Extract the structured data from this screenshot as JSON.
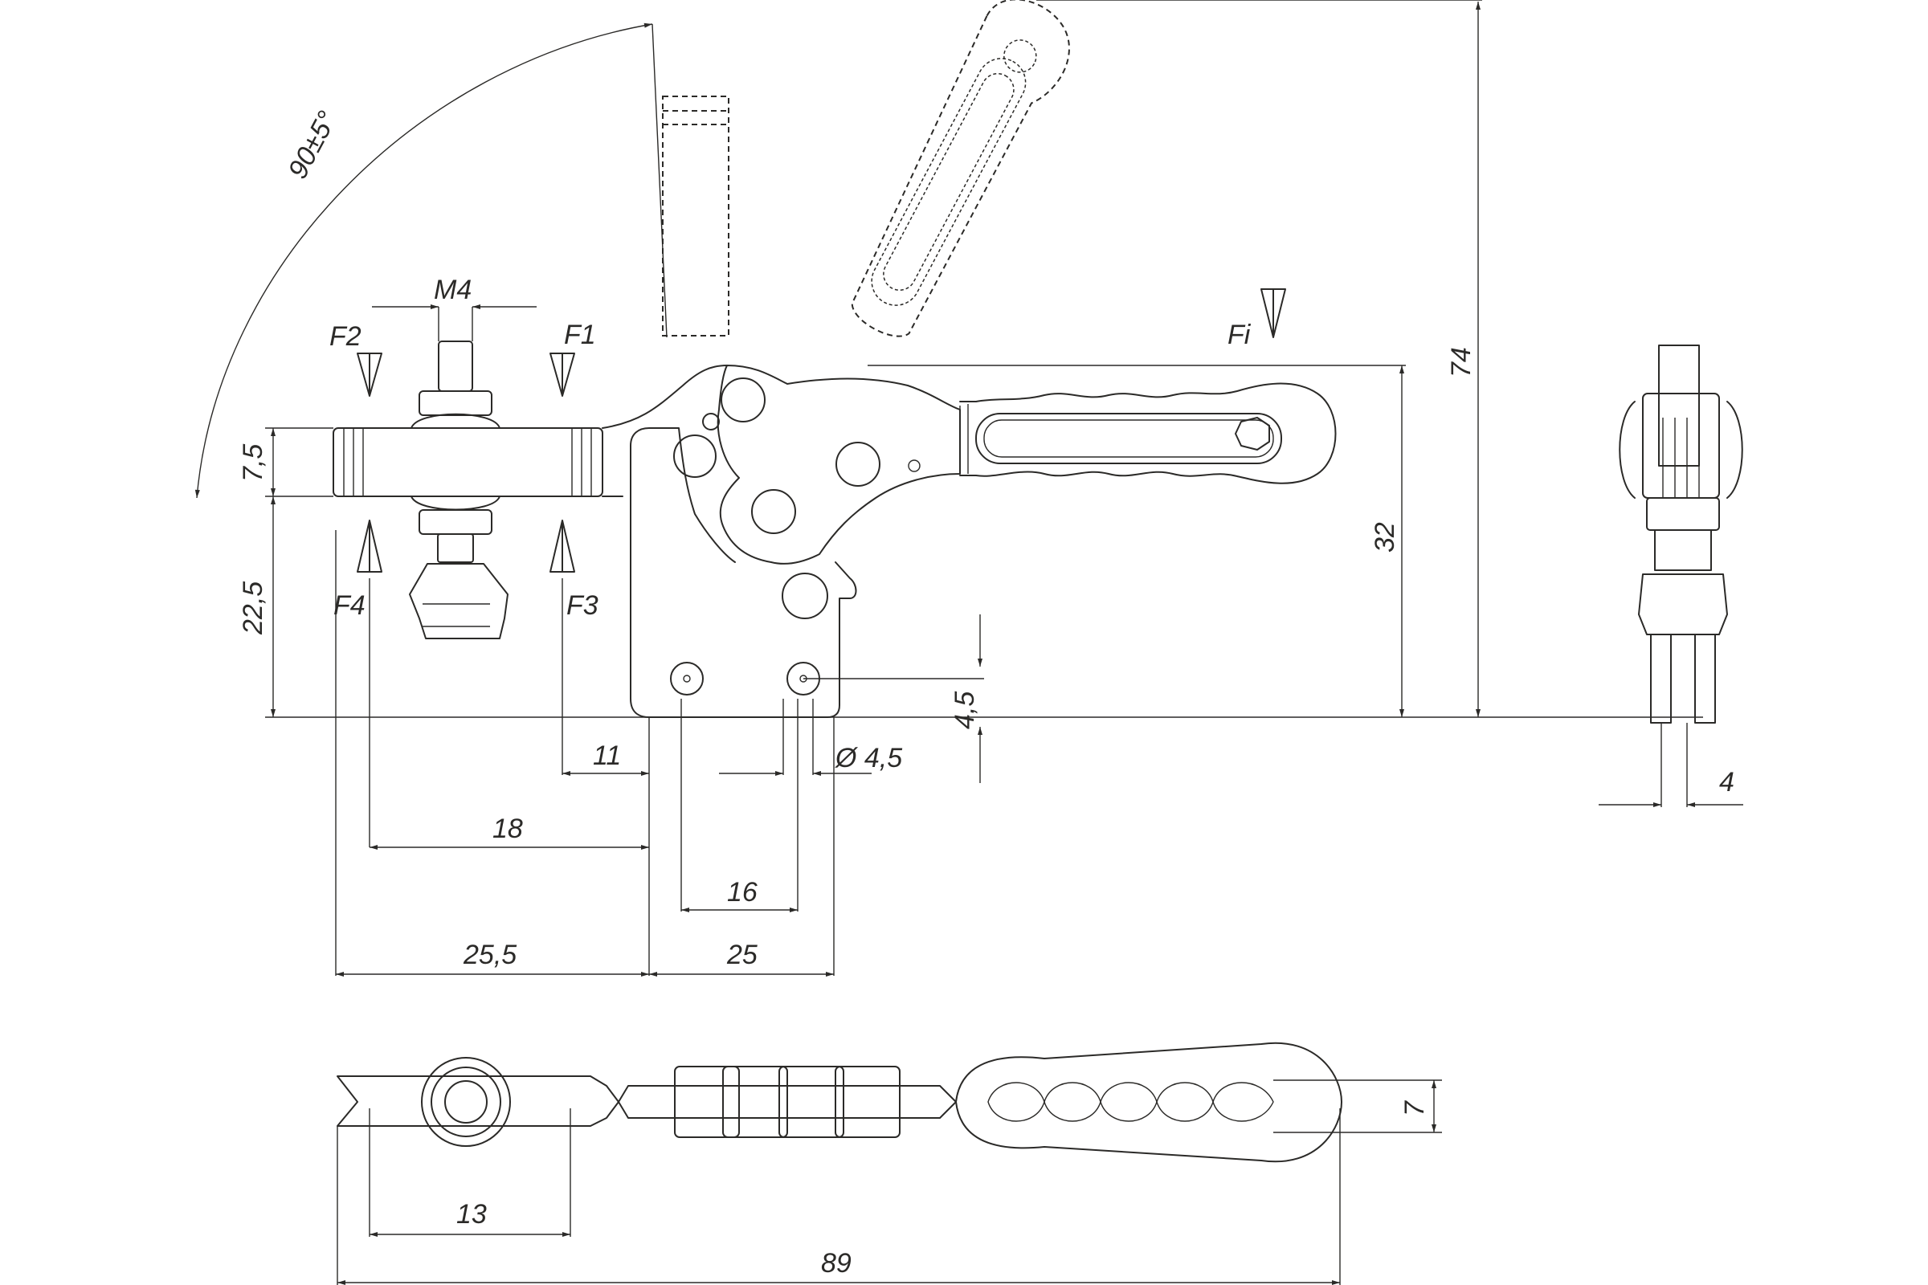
{
  "dimensions": {
    "angle": "90±5°",
    "thread": "M4",
    "h_7_5": "7,5",
    "h_22_5": "22,5",
    "h_32": "32",
    "h_74": "74",
    "h_4_5": "4,5",
    "hole_dia": "Ø 4,5",
    "w_11": "11",
    "w_18": "18",
    "w_16": "16",
    "w_25_5": "25,5",
    "w_25": "25",
    "w_4": "4",
    "w_13": "13",
    "w_89": "89",
    "w_7": "7"
  },
  "forces": {
    "f1": "F1",
    "f2": "F2",
    "f3": "F3",
    "f4": "F4",
    "fi": "Fi"
  }
}
